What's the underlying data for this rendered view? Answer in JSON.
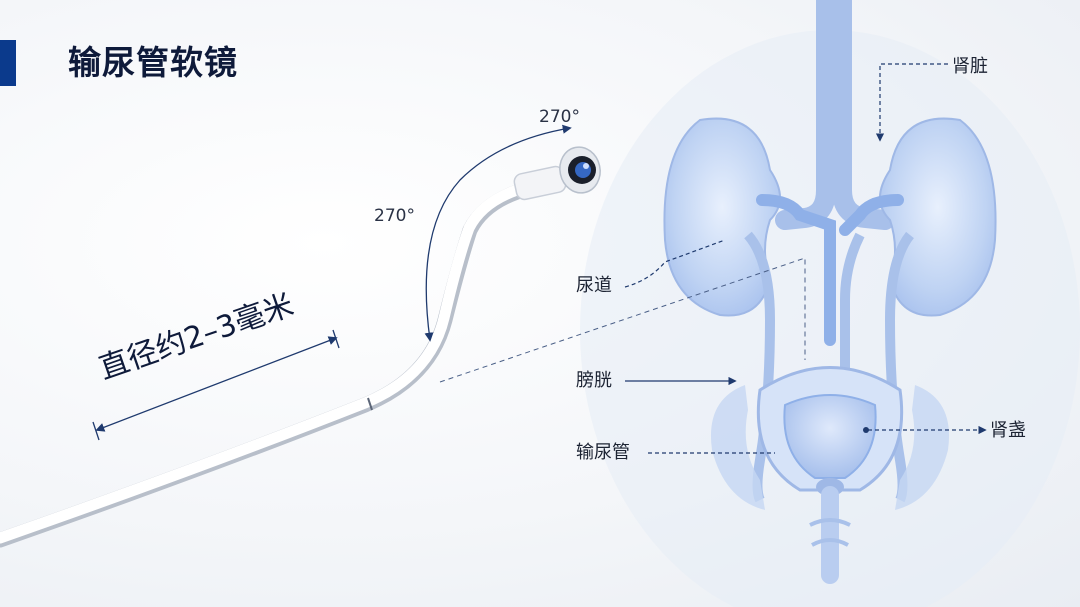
{
  "title": "输尿管软镜",
  "diameter_label": "直径约2–3毫米",
  "angle_top": "270°",
  "angle_left": "270°",
  "labels": {
    "kidney": "肾脏",
    "urethra": "尿道",
    "bladder": "膀胱",
    "ureter_scope": "输尿管",
    "renal_pelvis": "肾盏"
  },
  "colors": {
    "accent": "#0b3a8c",
    "organ": "#b7cdf2",
    "line": "#1f3a6e"
  }
}
